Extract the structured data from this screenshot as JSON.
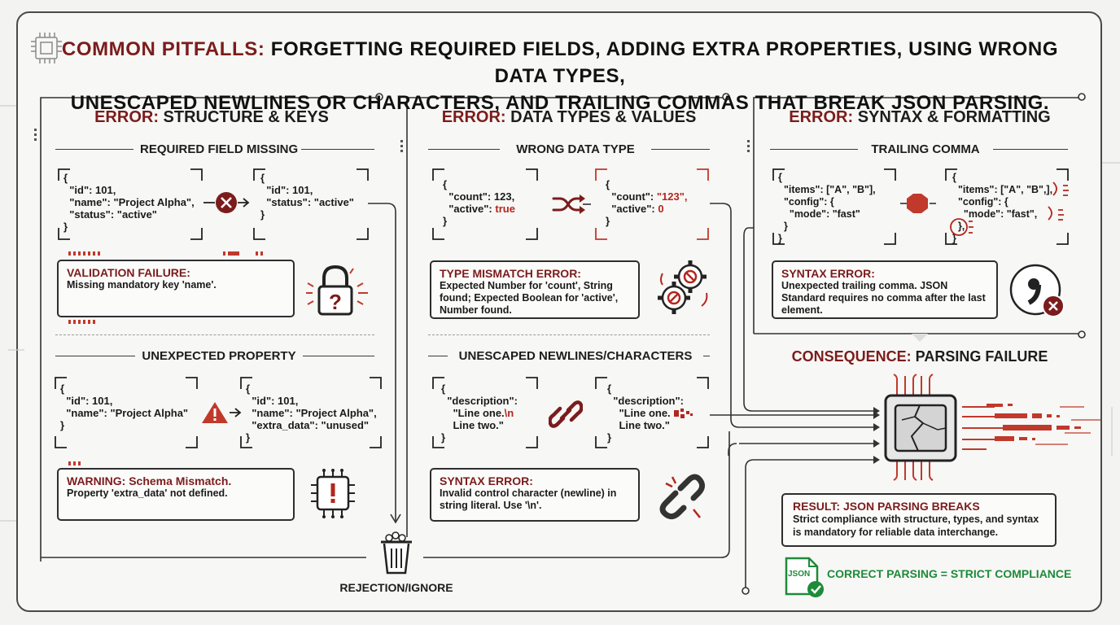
{
  "header": {
    "title_highlight": "COMMON PITFALLS:",
    "title_rest": "FORGETTING REQUIRED FIELDS, ADDING EXTRA PROPERTIES, USING WRONG DATA TYPES,",
    "title_line2": "UNESCAPED NEWLINES OR CHARACTERS, AND TRAILING COMMAS THAT BREAK JSON PARSING."
  },
  "sections": {
    "structure": {
      "error_label": "ERROR:",
      "title": "STRUCTURE & KEYS",
      "required": {
        "subtitle": "REQUIRED FIELD MISSING",
        "before": "{\n  \"id\": 101,\n  \"name\": \"Project Alpha\",\n  \"status\": \"active\"\n}",
        "after": "{\n  \"id\": 101,\n  \"status\": \"active\"\n}",
        "box_title": "VALIDATION FAILURE:",
        "box_text": "Missing mandatory key 'name'."
      },
      "unexpected": {
        "subtitle": "UNEXPECTED PROPERTY",
        "before": "{\n  \"id\": 101,\n  \"name\": \"Project Alpha\"\n}",
        "after": "{\n  \"id\": 101,\n  \"name\": \"Project Alpha\",\n  \"extra_data\": \"unused\"\n}",
        "box_title": "WARNING: Schema Mismatch.",
        "box_text": "Property 'extra_data' not defined."
      }
    },
    "types": {
      "error_label": "ERROR:",
      "title": "DATA TYPES & VALUES",
      "wrong_type": {
        "subtitle": "WRONG DATA TYPE",
        "before_l1": "{",
        "before_l2": "  \"count\": 123,",
        "before_l3_key": "  \"active\": ",
        "before_l3_val": "true",
        "before_l4": "}",
        "after_l1": "{",
        "after_l2_key": "  \"count\": ",
        "after_l2_val": "\"123\",",
        "after_l3_key": "  \"active\": ",
        "after_l3_val": "0",
        "after_l4": "}",
        "box_title": "TYPE MISMATCH ERROR:",
        "box_text": "Expected Number for 'count', String found; Expected Boolean for 'active', Number found."
      },
      "unescaped": {
        "subtitle": "UNESCAPED NEWLINES/CHARACTERS",
        "before_l1": "{",
        "before_l2": "  \"description\":",
        "before_l3_key": "    \"Line one.",
        "before_l3_val": "\\n",
        "before_l4": "    Line two.\"",
        "before_l5": "}",
        "after_l1": "{",
        "after_l2": "  \"description\":",
        "after_l3": "    \"Line one.",
        "after_l4": "    Line two.\"",
        "after_l5": "}",
        "box_title": "SYNTAX ERROR:",
        "box_text": "Invalid control character (newline) in string literal. Use '\\n'."
      }
    },
    "syntax": {
      "error_label": "ERROR:",
      "title": "SYNTAX & FORMATTING",
      "trailing": {
        "subtitle": "TRAILING COMMA",
        "before": "{\n  \"items\": [\"A\", \"B\"],\n  \"config\": {\n    \"mode\": \"fast\"\n  }\n}",
        "after": "{\n  \"items\": [\"A\", \"B\",],\n  \"config\": {\n    \"mode\": \"fast\",\n  },\n}",
        "box_title": "SYNTAX ERROR:",
        "box_text": "Unexpected trailing comma. JSON Standard requires no comma after the last element."
      }
    }
  },
  "consequence": {
    "label": "CONSEQUENCE:",
    "title": "PARSING FAILURE",
    "result_title": "RESULT: JSON PARSING BREAKS",
    "result_text": "Strict compliance with structure, types, and syntax is mandatory for reliable data interchange.",
    "json_badge": "JSON",
    "success": "CORRECT PARSING = STRICT COMPLIANCE"
  },
  "rejection": {
    "label": "REJECTION/IGNORE"
  },
  "colors": {
    "accent": "#7b1c1c",
    "error_red": "#b3261e",
    "success_green": "#1e8a3a"
  }
}
